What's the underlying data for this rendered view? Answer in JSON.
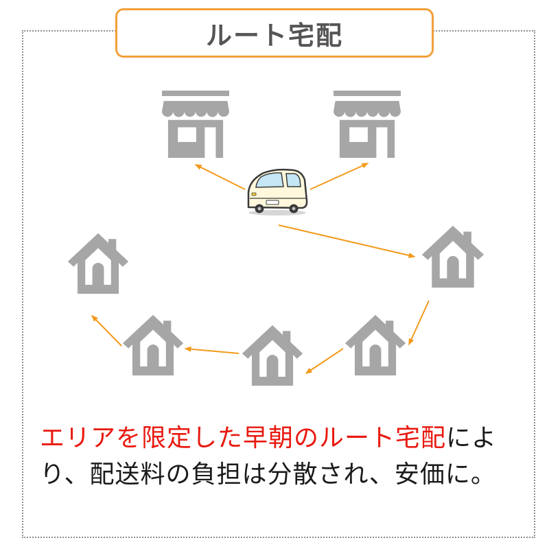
{
  "title": "ルート宅配",
  "caption": {
    "highlight": "エリアを限定した早朝のルート宅配",
    "rest": "により、配送料の負担は分散され、安価に。"
  },
  "colors": {
    "accent": "#f2a03a",
    "arrow": "#f39a1c",
    "icon": "#a6a6a6",
    "highlight_text": "#e8190f",
    "van_body": "#fff8dc",
    "van_window": "#c4e6f5"
  },
  "icons": [
    "shop-icon",
    "shop-icon",
    "delivery-van-icon",
    "house-icon",
    "house-icon",
    "house-icon",
    "house-icon",
    "house-icon"
  ]
}
